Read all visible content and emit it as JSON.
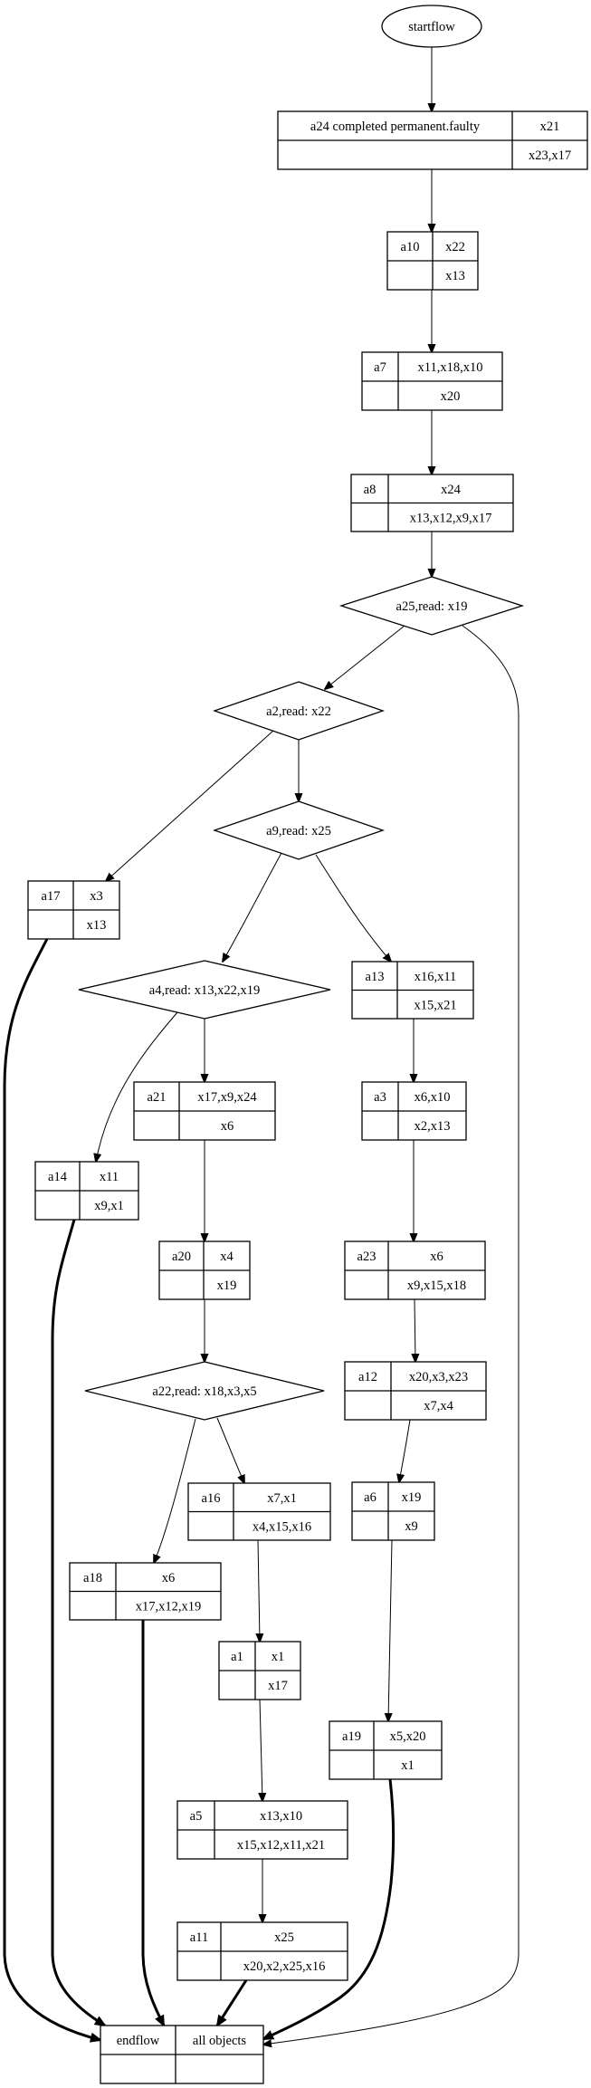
{
  "diagram": {
    "start": {
      "id": "startflow",
      "label": "startflow",
      "shape": "ellipse"
    },
    "end": {
      "id": "endflow",
      "label": "endflow",
      "objects": "all objects",
      "row2_left": "",
      "row2_right": ""
    },
    "activities": [
      {
        "id": "a24",
        "label": "a24 completed permanent.faulty",
        "top": "x21",
        "bottom": "x23,x17"
      },
      {
        "id": "a10",
        "label": "a10",
        "top": "x22",
        "bottom": "x13"
      },
      {
        "id": "a7",
        "label": "a7",
        "top": "x11,x18,x10",
        "bottom": "x20"
      },
      {
        "id": "a8",
        "label": "a8",
        "top": "x24",
        "bottom": "x13,x12,x9,x17"
      },
      {
        "id": "a17",
        "label": "a17",
        "top": "x3",
        "bottom": "x13"
      },
      {
        "id": "a13",
        "label": "a13",
        "top": "x16,x11",
        "bottom": "x15,x21"
      },
      {
        "id": "a21",
        "label": "a21",
        "top": "x17,x9,x24",
        "bottom": "x6"
      },
      {
        "id": "a3",
        "label": "a3",
        "top": "x6,x10",
        "bottom": "x2,x13"
      },
      {
        "id": "a14",
        "label": "a14",
        "top": "x11",
        "bottom": "x9,x1"
      },
      {
        "id": "a20",
        "label": "a20",
        "top": "x4",
        "bottom": "x19"
      },
      {
        "id": "a23",
        "label": "a23",
        "top": "x6",
        "bottom": "x9,x15,x18"
      },
      {
        "id": "a12",
        "label": "a12",
        "top": "x20,x3,x23",
        "bottom": "x7,x4"
      },
      {
        "id": "a16",
        "label": "a16",
        "top": "x7,x1",
        "bottom": "x4,x15,x16"
      },
      {
        "id": "a6",
        "label": "a6",
        "top": "x19",
        "bottom": "x9"
      },
      {
        "id": "a18",
        "label": "a18",
        "top": "x6",
        "bottom": "x17,x12,x19"
      },
      {
        "id": "a1",
        "label": "a1",
        "top": "x1",
        "bottom": "x17"
      },
      {
        "id": "a19",
        "label": "a19",
        "top": "x5,x20",
        "bottom": "x1"
      },
      {
        "id": "a5",
        "label": "a5",
        "top": "x13,x10",
        "bottom": "x15,x12,x11,x21"
      },
      {
        "id": "a11",
        "label": "a11",
        "top": "x25",
        "bottom": "x20,x2,x25,x16"
      }
    ],
    "decisions": [
      {
        "id": "a25",
        "label": "a25,read: x19"
      },
      {
        "id": "a2",
        "label": "a2,read: x22"
      },
      {
        "id": "a9",
        "label": "a9,read: x25"
      },
      {
        "id": "a4",
        "label": "a4,read: x13,x22,x19"
      },
      {
        "id": "a22",
        "label": "a22,read: x18,x3,x5"
      }
    ],
    "edges": [
      {
        "from": "startflow",
        "to": "a24",
        "bold": false
      },
      {
        "from": "a24",
        "to": "a10",
        "bold": false
      },
      {
        "from": "a10",
        "to": "a7",
        "bold": false
      },
      {
        "from": "a7",
        "to": "a8",
        "bold": false
      },
      {
        "from": "a8",
        "to": "a25",
        "bold": false
      },
      {
        "from": "a25",
        "to": "a2",
        "bold": false
      },
      {
        "from": "a25",
        "to": "endflow",
        "bold": false
      },
      {
        "from": "a2",
        "to": "a17",
        "bold": false
      },
      {
        "from": "a2",
        "to": "a9",
        "bold": false
      },
      {
        "from": "a9",
        "to": "a4",
        "bold": false
      },
      {
        "from": "a9",
        "to": "a13",
        "bold": false
      },
      {
        "from": "a4",
        "to": "a14",
        "bold": false
      },
      {
        "from": "a4",
        "to": "a21",
        "bold": false
      },
      {
        "from": "a13",
        "to": "a3",
        "bold": false
      },
      {
        "from": "a3",
        "to": "a23",
        "bold": false
      },
      {
        "from": "a21",
        "to": "a20",
        "bold": false
      },
      {
        "from": "a20",
        "to": "a22",
        "bold": false
      },
      {
        "from": "a23",
        "to": "a12",
        "bold": false
      },
      {
        "from": "a12",
        "to": "a6",
        "bold": false
      },
      {
        "from": "a22",
        "to": "a18",
        "bold": false
      },
      {
        "from": "a22",
        "to": "a16",
        "bold": false
      },
      {
        "from": "a16",
        "to": "a1",
        "bold": false
      },
      {
        "from": "a1",
        "to": "a5",
        "bold": false
      },
      {
        "from": "a5",
        "to": "a11",
        "bold": false
      },
      {
        "from": "a6",
        "to": "a19",
        "bold": false
      },
      {
        "from": "a17",
        "to": "endflow",
        "bold": true
      },
      {
        "from": "a14",
        "to": "endflow",
        "bold": true
      },
      {
        "from": "a18",
        "to": "endflow",
        "bold": true
      },
      {
        "from": "a11",
        "to": "endflow",
        "bold": true
      },
      {
        "from": "a19",
        "to": "endflow",
        "bold": true
      }
    ]
  }
}
